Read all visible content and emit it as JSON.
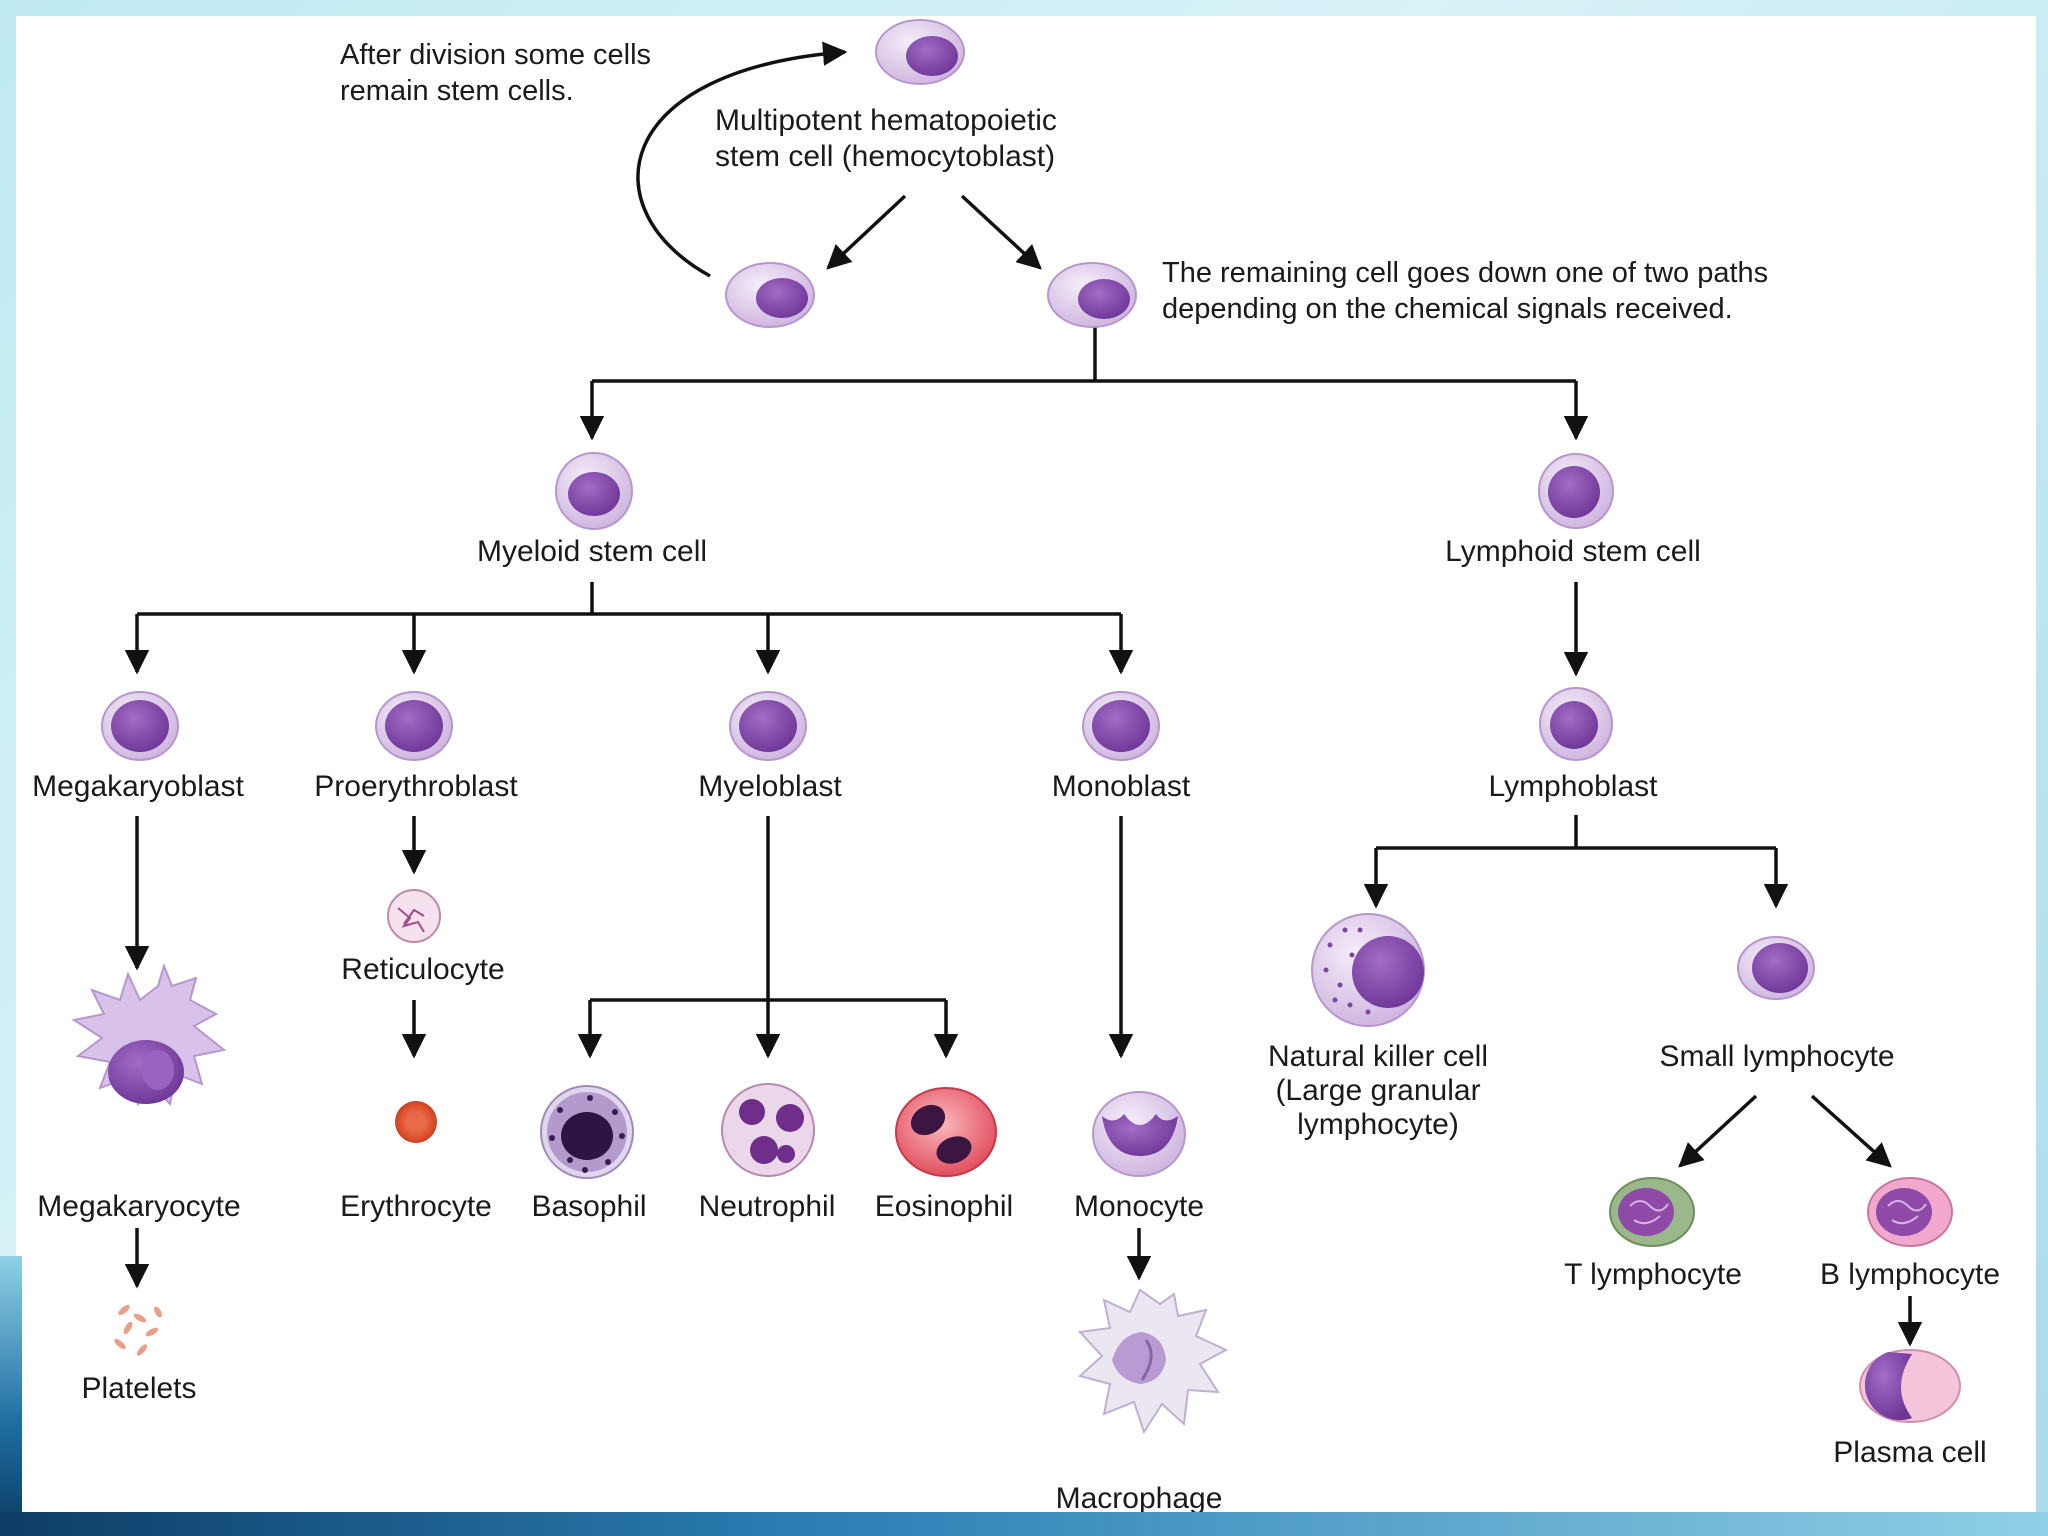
{
  "notes": {
    "stem_return_line1": "After division some cells",
    "stem_return_line2": "remain stem cells.",
    "paths_line1": "The remaining cell goes down one of two paths",
    "paths_line2": "depending on the chemical signals received."
  },
  "cells": {
    "hsc_line1": "Multipotent hematopoietic",
    "hsc_line2": "stem cell (hemocytoblast)",
    "myeloid_stem": "Myeloid stem cell",
    "lymphoid_stem": "Lymphoid stem cell",
    "megakaryoblast": "Megakaryoblast",
    "proerythroblast": "Proerythroblast",
    "myeloblast": "Myeloblast",
    "monoblast": "Monoblast",
    "lymphoblast": "Lymphoblast",
    "reticulocyte": "Reticulocyte",
    "megakaryocyte": "Megakaryocyte",
    "erythrocyte": "Erythrocyte",
    "basophil": "Basophil",
    "neutrophil": "Neutrophil",
    "eosinophil": "Eosinophil",
    "monocyte": "Monocyte",
    "platelets": "Platelets",
    "macrophage": "Macrophage",
    "nk_line1": "Natural killer cell",
    "nk_line2": "(Large granular",
    "nk_line3": "lymphocyte)",
    "small_lymphocyte": "Small lymphocyte",
    "t_lymphocyte": "T lymphocyte",
    "b_lymphocyte": "B lymphocyte",
    "plasma_cell": "Plasma cell"
  },
  "colors": {
    "cell_membrane": "#e6d6f0",
    "cell_nucleus": "#8b4fb0",
    "erythrocyte": "#e0502e",
    "eosinophil": "#e85a6a",
    "t_cell": "#8fb07a",
    "b_cell": "#f0a0c8",
    "arrow": "#111111"
  }
}
